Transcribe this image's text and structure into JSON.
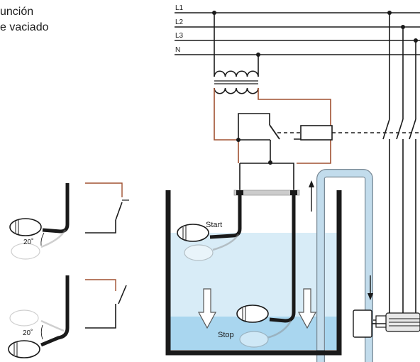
{
  "title": {
    "line1": "unción",
    "line2": "e vaciado"
  },
  "supply_lines": [
    "L1",
    "L2",
    "L3",
    "N"
  ],
  "labels": {
    "start": "Start",
    "stop": "Stop",
    "angle_top": "20˚",
    "angle_bottom": "20˚"
  },
  "colors": {
    "wire": "#1a1a1a",
    "cable_brown": "#a05030",
    "water_light": "#d8ecf7",
    "water_deep": "#a9d6ef",
    "pipe": "#c2dcec",
    "pipe_outline": "#7a8a96"
  }
}
